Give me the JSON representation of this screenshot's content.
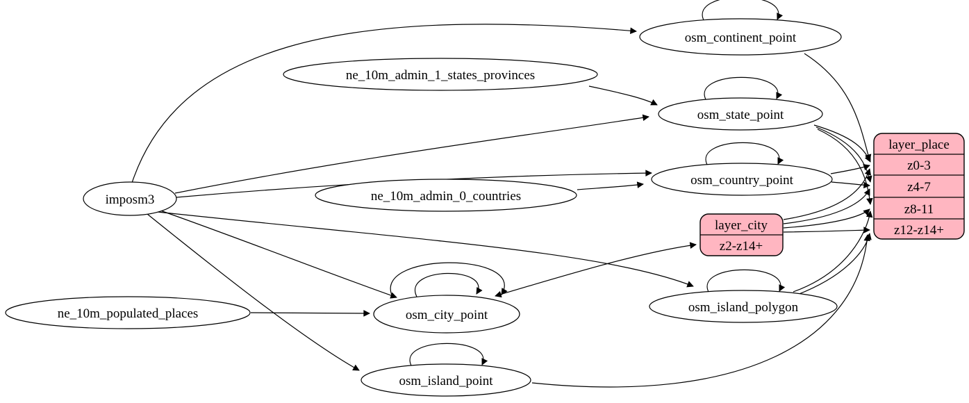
{
  "diagram": {
    "type": "etl-dependency-graph",
    "background": "#ffffff",
    "colors": {
      "table_node_fill": "#ffffff",
      "layer_record_fill": "#ffb6c1",
      "stroke": "#000000",
      "text": "#000000"
    },
    "nodes": {
      "imposm3": {
        "label": "imposm3",
        "shape": "ellipse"
      },
      "ne_10m_admin_1_states_provinces": {
        "label": "ne_10m_admin_1_states_provinces",
        "shape": "ellipse"
      },
      "ne_10m_admin_0_countries": {
        "label": "ne_10m_admin_0_countries",
        "shape": "ellipse"
      },
      "ne_10m_populated_places": {
        "label": "ne_10m_populated_places",
        "shape": "ellipse"
      },
      "osm_continent_point": {
        "label": "osm_continent_point",
        "shape": "ellipse"
      },
      "osm_state_point": {
        "label": "osm_state_point",
        "shape": "ellipse"
      },
      "osm_country_point": {
        "label": "osm_country_point",
        "shape": "ellipse"
      },
      "osm_city_point": {
        "label": "osm_city_point",
        "shape": "ellipse"
      },
      "osm_island_polygon": {
        "label": "osm_island_polygon",
        "shape": "ellipse"
      },
      "osm_island_point": {
        "label": "osm_island_point",
        "shape": "ellipse"
      }
    },
    "records": {
      "layer_city": {
        "title": "layer_city",
        "rows": [
          "z2-z14+"
        ]
      },
      "layer_place": {
        "title": "layer_place",
        "rows": [
          "z0-3",
          "z4-7",
          "z8-11",
          "z12-z14+"
        ]
      }
    },
    "edges": [
      {
        "from": "imposm3",
        "to": "osm_continent_point"
      },
      {
        "from": "imposm3",
        "to": "osm_state_point"
      },
      {
        "from": "imposm3",
        "to": "osm_country_point"
      },
      {
        "from": "imposm3",
        "to": "osm_city_point"
      },
      {
        "from": "imposm3",
        "to": "osm_island_polygon"
      },
      {
        "from": "imposm3",
        "to": "osm_island_point"
      },
      {
        "from": "ne_10m_admin_1_states_provinces",
        "to": "osm_state_point"
      },
      {
        "from": "ne_10m_admin_0_countries",
        "to": "osm_country_point"
      },
      {
        "from": "ne_10m_populated_places",
        "to": "osm_city_point"
      },
      {
        "from": "osm_continent_point",
        "to": "osm_continent_point",
        "type": "self-loop"
      },
      {
        "from": "osm_state_point",
        "to": "osm_state_point",
        "type": "self-loop"
      },
      {
        "from": "osm_country_point",
        "to": "osm_country_point",
        "type": "self-loop"
      },
      {
        "from": "osm_city_point",
        "to": "osm_city_point",
        "type": "self-loop"
      },
      {
        "from": "osm_city_point",
        "to": "osm_city_point",
        "type": "self-loop-inner"
      },
      {
        "from": "osm_island_polygon",
        "to": "osm_island_polygon",
        "type": "self-loop"
      },
      {
        "from": "osm_island_point",
        "to": "osm_island_point",
        "type": "self-loop"
      },
      {
        "from": "osm_city_point",
        "to": "layer_city:z2-z14+",
        "type": "bidirectional"
      },
      {
        "from": "osm_continent_point",
        "to": "layer_place:z0-3"
      },
      {
        "from": "osm_state_point",
        "to": "layer_place:z0-3"
      },
      {
        "from": "osm_state_point",
        "to": "layer_place:z4-7"
      },
      {
        "from": "osm_state_point",
        "to": "layer_place:z8-11"
      },
      {
        "from": "osm_country_point",
        "to": "layer_place:z0-3"
      },
      {
        "from": "osm_country_point",
        "to": "layer_place:z4-7"
      },
      {
        "from": "layer_city",
        "to": "layer_place:z0-3"
      },
      {
        "from": "layer_city",
        "to": "layer_place:z4-7"
      },
      {
        "from": "layer_city",
        "to": "layer_place:z8-11"
      },
      {
        "from": "layer_city",
        "to": "layer_place:z12-z14+"
      },
      {
        "from": "osm_island_polygon",
        "to": "layer_place:z8-11"
      },
      {
        "from": "osm_island_polygon",
        "to": "layer_place:z12-z14+"
      },
      {
        "from": "osm_island_point",
        "to": "layer_place:z12-z14+"
      }
    ]
  }
}
